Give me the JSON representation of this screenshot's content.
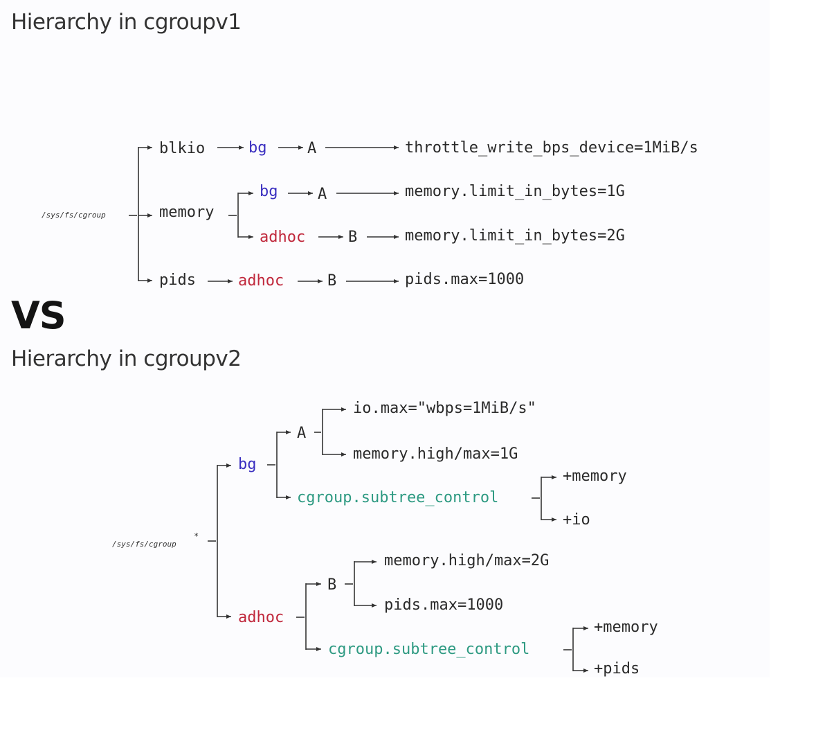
{
  "v1": {
    "title": "Hierarchy in cgroupv1",
    "root": "/sys/fs/cgroup",
    "blkio": {
      "label": "blkio",
      "bg": "bg",
      "a": "A",
      "setting": "throttle_write_bps_device=1MiB/s"
    },
    "memory": {
      "label": "memory",
      "bg": "bg",
      "a": "A",
      "setting_a": "memory.limit_in_bytes=1G",
      "adhoc": "adhoc",
      "b": "B",
      "setting_b": "memory.limit_in_bytes=2G"
    },
    "pids": {
      "label": "pids",
      "adhoc": "adhoc",
      "b": "B",
      "setting": "pids.max=1000"
    }
  },
  "vs": "VS",
  "v2": {
    "title": "Hierarchy in cgroupv2",
    "root": "/sys/fs/cgroup",
    "root_mark": "*",
    "bg": {
      "label": "bg",
      "a": "A",
      "a_io": "io.max=\"wbps=1MiB/s\"",
      "a_mem": "memory.high/max=1G",
      "subtree": "cgroup.subtree_control",
      "sub1": "+memory",
      "sub2": "+io"
    },
    "adhoc": {
      "label": "adhoc",
      "b": "B",
      "b_mem": "memory.high/max=2G",
      "b_pids": "pids.max=1000",
      "subtree": "cgroup.subtree_control",
      "sub1": "+memory",
      "sub2": "+pids"
    }
  },
  "colors": {
    "blue": "#3a2fc0",
    "red": "#c0283c",
    "teal": "#2e9a82",
    "text": "#2a2a2a"
  }
}
